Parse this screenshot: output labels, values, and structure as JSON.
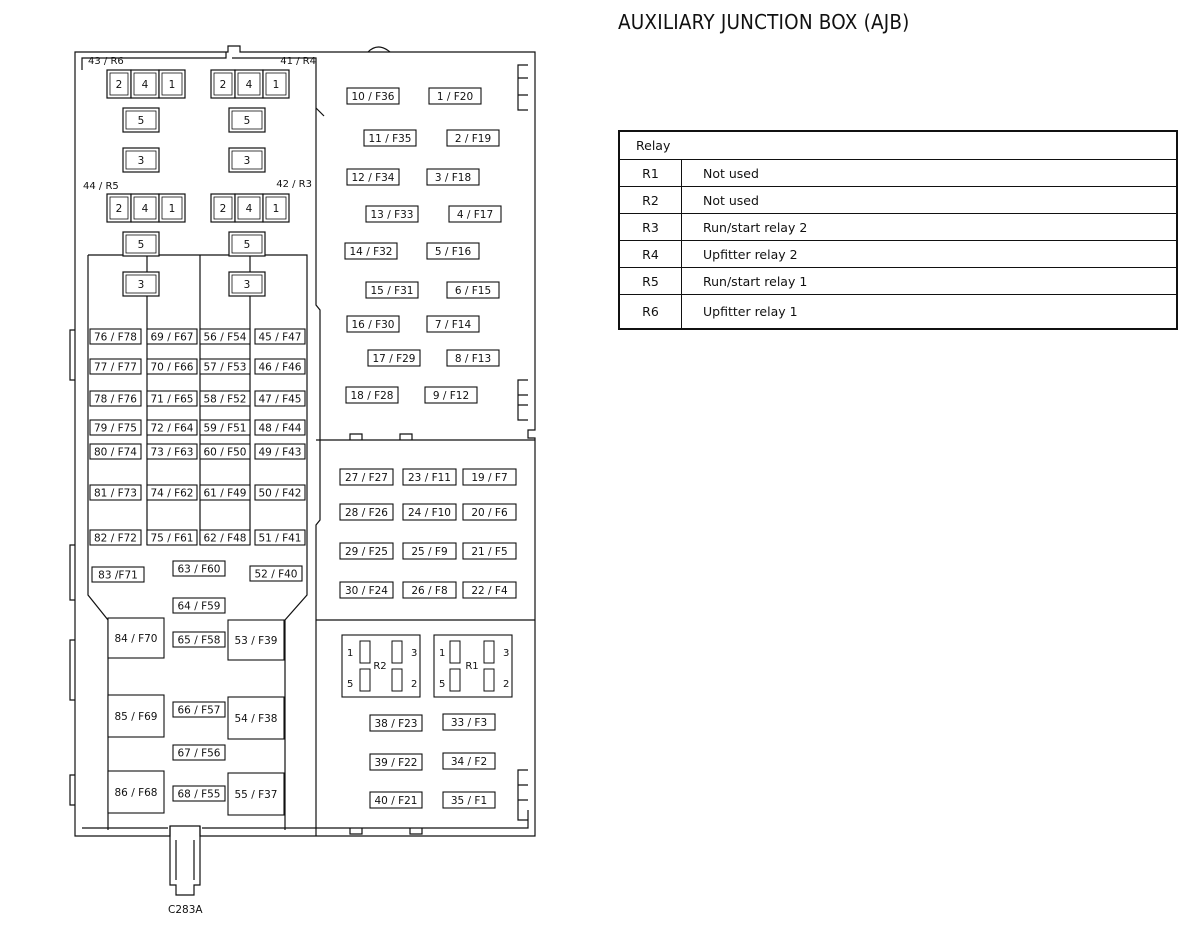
{
  "title": "AUXILIARY JUNCTION BOX (AJB)",
  "connector_label": "C283A",
  "relay_groups": [
    {
      "label": "43 / R6",
      "pins": [
        "2",
        "4",
        "1",
        "5",
        "3"
      ]
    },
    {
      "label": "41 / R4",
      "pins": [
        "2",
        "4",
        "1",
        "5",
        "3"
      ]
    },
    {
      "label": "44 / R5",
      "pins": [
        "2",
        "4",
        "1",
        "5",
        "3"
      ]
    },
    {
      "label": "42 / R3",
      "pins": [
        "2",
        "4",
        "1",
        "5",
        "3"
      ]
    }
  ],
  "fuse_slots": {
    "left": [
      "76 / F78",
      "69 / F67",
      "56 / F54",
      "45 / F47",
      "77 / F77",
      "70 / F66",
      "57 / F53",
      "46 / F46",
      "78 / F76",
      "71 / F65",
      "58 / F52",
      "47 / F45",
      "79 / F75",
      "72 / F64",
      "59 / F51",
      "48 / F44",
      "80 / F74",
      "73 / F63",
      "60 / F50",
      "49 / F43",
      "81 / F73",
      "74 / F62",
      "61 / F49",
      "50 / F42",
      "82 / F72",
      "75 / F61",
      "62 / F48",
      "51 / F41",
      "83 /F71",
      "63 / F60",
      "52 / F40",
      "64 / F59",
      "65 / F58",
      "66 / F57",
      "67 / F56",
      "68 / F55"
    ],
    "left_large": [
      "84 / F70",
      "85 / F69",
      "86 / F68",
      "53 / F39",
      "54 / F38",
      "55 / F37"
    ],
    "upper_right": [
      "10 / F36",
      "1 / F20",
      "11 / F35",
      "2 / F19",
      "12 / F34",
      "3 / F18",
      "13 / F33",
      "4 / F17",
      "14 / F32",
      "5 / F16",
      "15 / F31",
      "6 / F15",
      "16 / F30",
      "7 / F14",
      "17 / F29",
      "8 / F13",
      "18 / F28",
      "9 / F12"
    ],
    "middle_right": [
      "27 / F27",
      "23 / F11",
      "19 / F7",
      "28 / F26",
      "24 / F10",
      "20 / F6",
      "29 / F25",
      "25 / F9",
      "21 / F5",
      "30 / F24",
      "26 / F8",
      "22 / F4"
    ],
    "lower_right": [
      "38 / F23",
      "33 / F3",
      "39 / F22",
      "34 / F2",
      "40 / F21",
      "35 / F1"
    ]
  },
  "mini_relays": [
    {
      "name": "R2",
      "pins": [
        "1",
        "3",
        "5",
        "2"
      ]
    },
    {
      "name": "R1",
      "pins": [
        "1",
        "3",
        "5",
        "2"
      ]
    }
  ],
  "relay_table": {
    "header": "Relay",
    "rows": [
      {
        "code": "R1",
        "desc": "Not used"
      },
      {
        "code": "R2",
        "desc": "Not used"
      },
      {
        "code": "R3",
        "desc": "Run/start relay 2"
      },
      {
        "code": "R4",
        "desc": "Upfitter relay 2"
      },
      {
        "code": "R5",
        "desc": "Run/start relay 1"
      },
      {
        "code": "R6",
        "desc": "Upfitter relay 1"
      }
    ]
  }
}
